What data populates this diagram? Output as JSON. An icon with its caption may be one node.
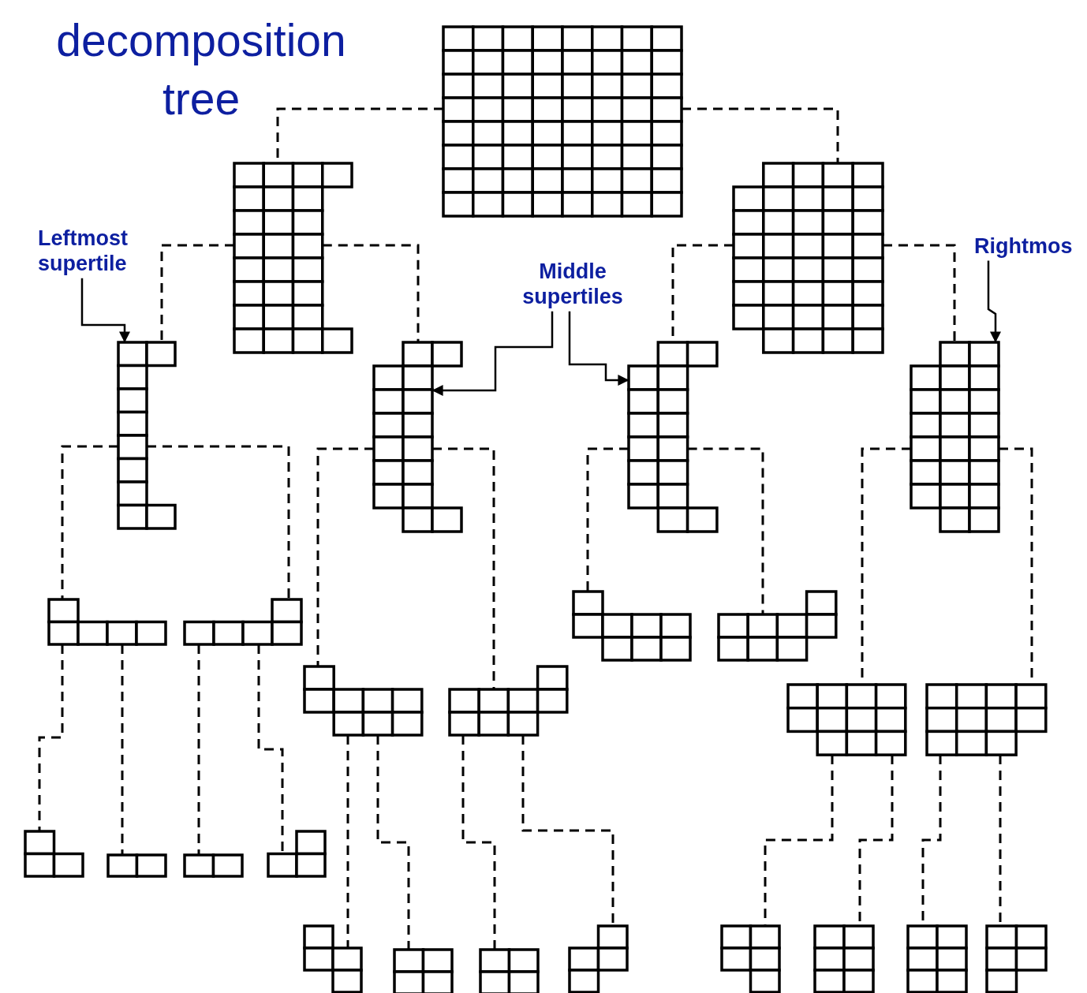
{
  "diagram": {
    "title": "decomposition tree",
    "nodes": [
      {
        "text": [],
        "shape": "grid"
      },
      {
        "text": [],
        "shape": "grid"
      },
      {
        "text": [],
        "shape": "grid"
      },
      {
        "text": [],
        "shape": "grid"
      },
      {
        "text": [],
        "shape": "grid"
      },
      {
        "text": [],
        "shape": "grid"
      },
      {
        "text": [],
        "shape": "grid"
      },
      {
        "text": [],
        "shape": "grid"
      },
      {
        "text": [],
        "shape": "grid"
      },
      {
        "text": [],
        "shape": "grid"
      },
      {
        "text": [],
        "shape": "grid"
      },
      {
        "text": [],
        "shape": "grid"
      },
      {
        "text": [],
        "shape": "grid"
      },
      {
        "text": [],
        "shape": "grid"
      },
      {
        "text": [],
        "shape": "grid"
      },
      {
        "text": [],
        "shape": "grid"
      },
      {
        "text": [],
        "shape": "grid"
      },
      {
        "text": [],
        "shape": "grid"
      },
      {
        "text": [],
        "shape": "grid"
      },
      {
        "text": [],
        "shape": "grid"
      },
      {
        "text": [],
        "shape": "grid"
      },
      {
        "text": [],
        "shape": "grid"
      },
      {
        "text": [],
        "shape": "grid"
      },
      {
        "text": [],
        "shape": "grid"
      },
      {
        "text": [],
        "shape": "grid"
      },
      {
        "text": [],
        "shape": "grid"
      },
      {
        "text": [],
        "shape": "grid"
      },
      {
        "text": [
          "Leftmost supertile"
        ]
      },
      {
        "text": [
          "Middle supertiles"
        ]
      },
      {
        "text": [
          "Rightmos"
        ]
      }
    ],
    "edges": [
      {
        "from": 0,
        "to": 1,
        "arrow": "none",
        "style": "dashed"
      },
      {
        "from": 0,
        "to": 2,
        "arrow": "none",
        "style": "dashed"
      },
      {
        "from": 1,
        "to": 3,
        "arrow": "none",
        "style": "dashed"
      },
      {
        "from": 1,
        "to": 4,
        "arrow": "none",
        "style": "dashed"
      },
      {
        "from": 2,
        "to": 5,
        "arrow": "none",
        "style": "dashed"
      },
      {
        "from": 2,
        "to": 6,
        "arrow": "none",
        "style": "dashed"
      },
      {
        "from": 3,
        "to": 7,
        "arrow": "none",
        "style": "dashed"
      },
      {
        "from": 3,
        "to": 8,
        "arrow": "none",
        "style": "dashed"
      },
      {
        "from": 4,
        "to": 9,
        "arrow": "none",
        "style": "dashed"
      },
      {
        "from": 4,
        "to": 10,
        "arrow": "none",
        "style": "dashed"
      },
      {
        "from": 5,
        "to": 11,
        "arrow": "none",
        "style": "dashed"
      },
      {
        "from": 5,
        "to": 12,
        "arrow": "none",
        "style": "dashed"
      },
      {
        "from": 6,
        "to": 13,
        "arrow": "none",
        "style": "dashed"
      },
      {
        "from": 6,
        "to": 14,
        "arrow": "none",
        "style": "dashed"
      },
      {
        "from": 7,
        "to": 15,
        "arrow": "none",
        "style": "dashed"
      },
      {
        "from": 7,
        "to": 16,
        "arrow": "none",
        "style": "dashed"
      },
      {
        "from": 8,
        "to": 17,
        "arrow": "none",
        "style": "dashed"
      },
      {
        "from": 8,
        "to": 18,
        "arrow": "none",
        "style": "dashed"
      },
      {
        "from": 9,
        "to": 19,
        "arrow": "none",
        "style": "dashed"
      },
      {
        "from": 9,
        "to": 20,
        "arrow": "none",
        "style": "dashed"
      },
      {
        "from": 10,
        "to": 21,
        "arrow": "none",
        "style": "dashed"
      },
      {
        "from": 10,
        "to": 22,
        "arrow": "none",
        "style": "dashed"
      },
      {
        "from": 13,
        "to": 23,
        "arrow": "none",
        "style": "dashed"
      },
      {
        "from": 13,
        "to": 24,
        "arrow": "none",
        "style": "dashed"
      },
      {
        "from": 14,
        "to": 25,
        "arrow": "none",
        "style": "dashed"
      },
      {
        "from": 14,
        "to": 26,
        "arrow": "none",
        "style": "dashed"
      },
      {
        "from": 27,
        "to": 3,
        "arrow": "to"
      },
      {
        "from": 28,
        "to": 4,
        "arrow": "to"
      },
      {
        "from": 28,
        "to": 5,
        "arrow": "to"
      },
      {
        "from": 29,
        "to": 6,
        "arrow": "to"
      }
    ]
  }
}
